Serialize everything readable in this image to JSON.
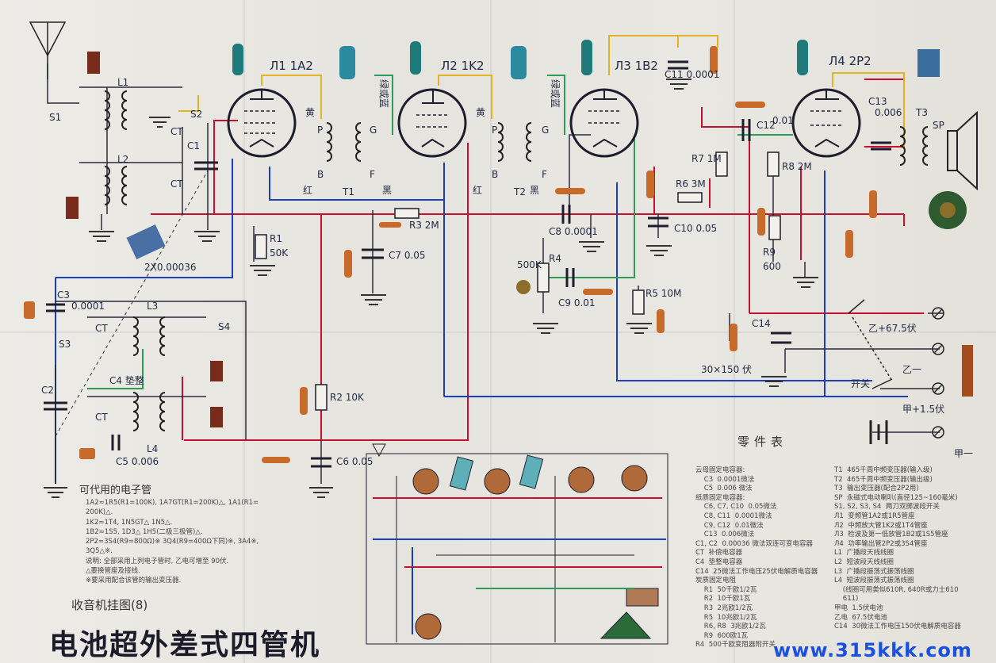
{
  "title": "电池超外差式四管机",
  "subtitle": "收音机挂图(8)",
  "watermark": "www.315kkk.com",
  "tubes": [
    {
      "label": "Л1 1A2"
    },
    {
      "label": "Л2 1K2"
    },
    {
      "label": "Л3 1B2"
    },
    {
      "label": "Л4 2P2"
    }
  ],
  "components": {
    "S1": "S1",
    "S2": "S2",
    "S3": "S3",
    "S4": "S4",
    "L1": "L1",
    "L2": "L2",
    "L3": "L3",
    "L4": "L4",
    "T1": "T1",
    "T2": "T2",
    "T3": "T3",
    "SP": "SP",
    "C1": "C1",
    "C2": "C2",
    "C3": "C3",
    "C3_val": "0.0001",
    "C4": "C4 垫整",
    "C5": "C5 0.006",
    "C6": "C6 0.05",
    "C7": "C7 0.05",
    "C8": "C8 0.0001",
    "C9": "C9 0.01",
    "C10": "C10 0.05",
    "C11": "C11 0.0001",
    "C12": "C12",
    "C12_val": "0.01",
    "C13": "C13",
    "C13_val": "0.006",
    "C14": "C14",
    "C14_val": "30×150 伏",
    "R1": "R1",
    "R1_val": "50K",
    "R2": "R2 10K",
    "R3": "R3 2M",
    "R4": "R4",
    "R4_val": "500K",
    "R5": "R5 10M",
    "R6": "R6 3M",
    "R7": "R7 1M",
    "R8": "R8 2M",
    "R9": "R9",
    "R9_val": "600",
    "CT": "CT",
    "gang_cap": "2X0.00036",
    "yellow": "黄",
    "red": "红",
    "black": "黑",
    "green_or_blue": "绿或蓝",
    "P": "P",
    "B": "B",
    "G": "G",
    "F": "F"
  },
  "terminals": {
    "b_plus": "乙+67.5伏",
    "b_minus": "乙一",
    "a_plus": "甲+1.5伏",
    "a_minus": "甲一",
    "switch": "开关"
  },
  "tube_notes": {
    "heading": "可代用的电子管",
    "lines": [
      "1A2≈1R5(R1=100K), 1A7GT(R1=200K)△, 1A1(R1=",
      "200K)△.",
      "1K2≈1T4, 1N5GT△ 1N5△.",
      "1B2≈1S5, 1D3△ 1H5(二极三极管)△.",
      "2P2≈3S4(R9=800Ω)※ 3Q4(R9=400Ω下同)※, 3A4※,",
      "3Q5△※.",
      "说明: 全部采用上列电子管时, 乙电可增至 90伏.",
      "△要换管座及接线.",
      "※要采用配合该管的输出变压器."
    ]
  },
  "parts_table": {
    "heading": "零件表",
    "left": [
      "云母固定电容器:",
      "    C3  0.0001微法",
      "    C5  0.006 微法",
      "纸质固定电容器:",
      "    C6, C7, C10  0.05微法",
      "    C8, C11  0.0001微法",
      "    C9, C12  0.01微法",
      "    C13  0.006微法",
      "C1, C2  0.00036 微法双连可变电容器",
      "CT  补偿电容器",
      "C4  垫整电容器",
      "C14  25微法工作电压25伏电解质电容器",
      "炭质固定电阻",
      "    R1  50千欧1/2瓦",
      "    R2  10千欧1瓦",
      "    R3  2兆欧1/2瓦",
      "    R5  10兆欧1/2瓦",
      "    R6, R8  3兆欧1/2瓦",
      "    R9  600欧1瓦",
      "R4  500千欧变阻器附开关"
    ],
    "right": [
      "T1  465千周中频变压器(输入级)",
      "T2  465千周中频变压器(输出级)",
      "T3  输出变压器(配合2P2用)",
      "SP  永磁式电动喇叭(直径125~160毫米)",
      "S1, S2, S3, S4  两刀双掷波段开关",
      "Л1  变频管1A2或1R5管座",
      "Л2  中频放大管1K2或1T4管座",
      "Л3  检波及第一低放管1B2或1S5管座",
      "Л4  功率输出管2P2或3S4管座",
      "L1  广播段天线线圈",
      "L2  短波段天线线圈",
      "L3  广播段振荡式振荡线圈",
      "L4  短波段振荡式振荡线圈",
      "    (线圈可用类似610R, 640R或力士610",
      "    611)",
      "甲电  1.5伏电池",
      "乙电  67.5伏电池",
      "",
      "C14  30微法工作电压150伏电解质电容器"
    ]
  }
}
